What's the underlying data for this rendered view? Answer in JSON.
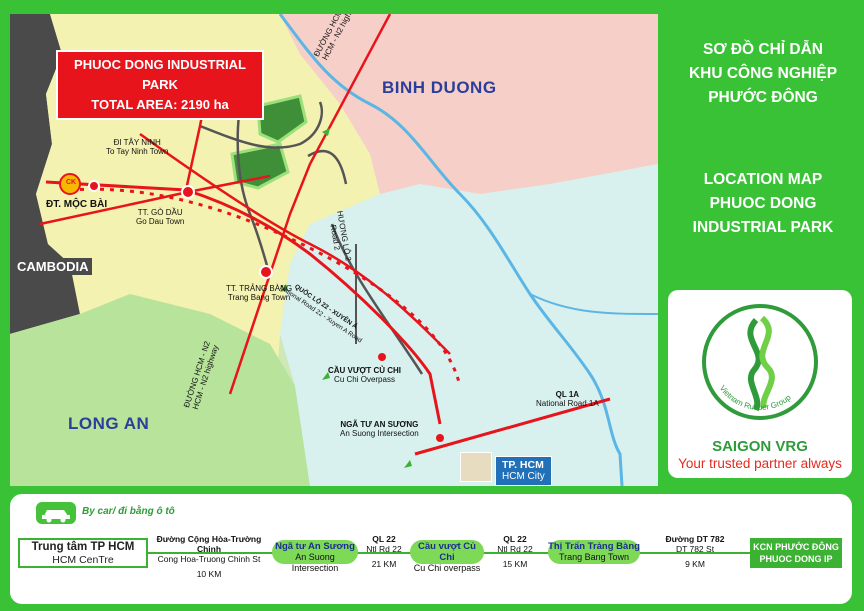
{
  "map": {
    "title_line1": "PHUOC DONG INDUSTRIAL PARK",
    "title_line2": "TOTAL AREA: 2190 ha",
    "regions": {
      "binh_duong": "BINH DUONG",
      "long_an": "LONG AN",
      "cambodia": "CAMBODIA"
    },
    "labels": {
      "tay_ninh_vi": "ĐI TÂY NINH",
      "tay_ninh_en": "To Tay Ninh Town",
      "moc_bai": "ĐT. MỘC BÀI",
      "go_dau_vi": "TT. GÒ DẦU",
      "go_dau_en": "Go Dau Town",
      "trang_bang_vi": "TT. TRẢNG BÀNG",
      "trang_bang_en": "Trang Bang Town",
      "cu_chi_vi": "CẦU VƯỢT CỦ CHI",
      "cu_chi_en": "Cu Chi Overpass",
      "an_suong_vi": "NGÃ TƯ AN SƯƠNG",
      "an_suong_en": "An Suong Intersection",
      "ql1a_vi": "QL 1A",
      "ql1a_en": "National Road 1A",
      "hcm_n2_top_vi": "ĐƯỜNG HCM - N2",
      "hcm_n2_top_en": "HCM - N2 highway",
      "hcm_n2_bot_vi": "ĐƯỜNG HCM - N2",
      "hcm_n2_bot_en": "HCM - N2 highway",
      "huong_lo2_vi": "HƯƠNG LỘ 2",
      "huong_lo2_en": "Road 2",
      "ql22_vi": "QUỐC LỘ 22 - XUYÊN Á",
      "ql22_en": "National Road 22 - Xuyen A Road",
      "ck": "CK"
    },
    "hcm_city_vi": "TP. HCM",
    "hcm_city_en": "HCM City"
  },
  "right_panel": {
    "vi_line1": "SƠ ĐỒ CHỈ DẪN",
    "vi_line2": "KHU  CÔNG NGHIỆP",
    "vi_line3": "PHƯỚC ĐÔNG",
    "en_line1": "LOCATION MAP",
    "en_line2": "PHUOC DONG",
    "en_line3": "INDUSTRIAL PARK",
    "logo_ring_text": "Vietnam Rubber Group",
    "brand": "SAIGON VRG",
    "slogan": "Your trusted partner always"
  },
  "route": {
    "mode_label": "By car/ đi bằng ô tô",
    "start_vi": "Trung tâm TP HCM",
    "start_en": "HCM CenTre",
    "segments": [
      {
        "road": "Đường Cộng Hòa-Trường Chinh",
        "road_en": "Cong Hoa-Truong Chinh St",
        "dist": "10 KM"
      },
      {
        "road": "QL 22",
        "road_en": "Ntl Rd 22",
        "dist": "21 KM"
      },
      {
        "road": "QL 22",
        "road_en": "Ntl Rd 22",
        "dist": "15 KM"
      },
      {
        "road": "Đường DT 782",
        "road_en": "DT 782 St",
        "dist": "9 KM"
      }
    ],
    "stops": [
      {
        "vi": "Ngã tư An Sương",
        "en": "An Suong Intersection"
      },
      {
        "vi": "Cầu vượt Củ Chi",
        "en": "Cu Chi overpass"
      },
      {
        "vi": "Thị Trấn Trảng Bàng",
        "en": "Trang Bang Town"
      }
    ],
    "end_line1": "KCN PHƯỚC ĐÔNG",
    "end_line2": "PHUOC DONG IP"
  },
  "colors": {
    "frame_green": "#39c236",
    "road_red": "#e8141b",
    "region_blue": "#2a3f9a",
    "brand_green": "#2f9b3b"
  }
}
